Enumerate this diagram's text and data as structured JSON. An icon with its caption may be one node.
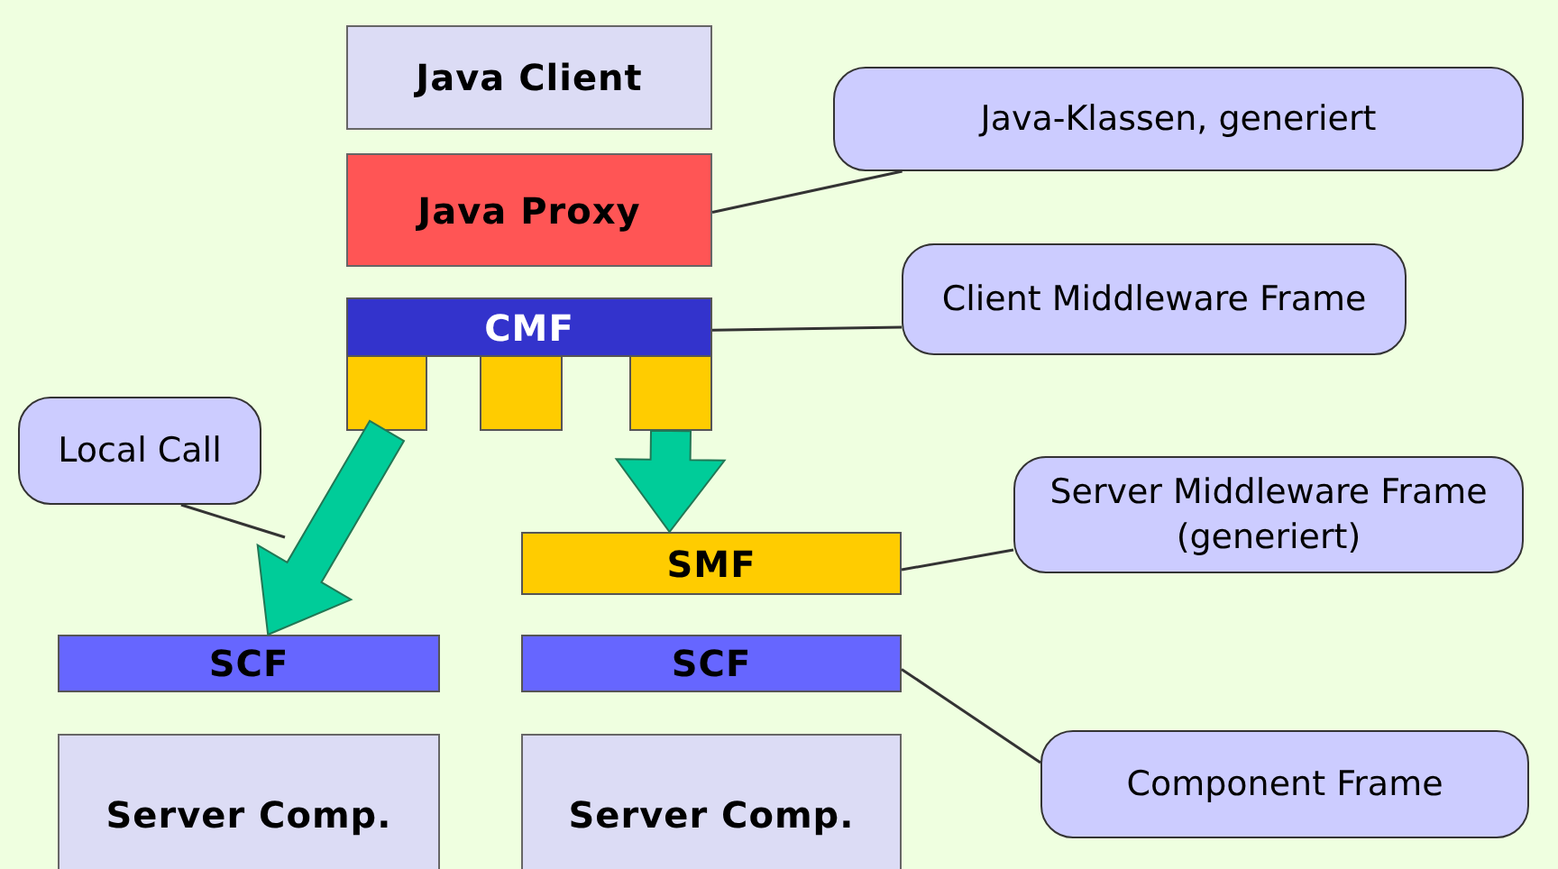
{
  "diagram": {
    "nodes": [
      {
        "text": [
          "Java Client"
        ]
      },
      {
        "text": [
          "Java Proxy"
        ]
      },
      {
        "text": [
          "CMF"
        ]
      },
      {
        "text": [],
        "shape": "box"
      },
      {
        "text": [],
        "shape": "box"
      },
      {
        "text": [],
        "shape": "box"
      },
      {
        "text": [
          "Java-Klassen, generiert"
        ]
      },
      {
        "text": [
          "Client Middleware Frame"
        ]
      },
      {
        "text": [
          "Local Call"
        ]
      },
      {
        "text": [
          "SMF"
        ]
      },
      {
        "text": [
          "Server Middleware Frame (generiert)"
        ]
      },
      {
        "text": [
          "SCF"
        ]
      },
      {
        "text": [
          "SCF"
        ]
      },
      {
        "text": [
          "Component Frame"
        ]
      },
      {
        "text": [
          "Server Comp."
        ]
      },
      {
        "text": [
          "Server Comp."
        ]
      }
    ],
    "edges": [
      {
        "from": 3,
        "to": 11,
        "arrow": "to",
        "style": "thick",
        "color": "#00cc99"
      },
      {
        "from": 5,
        "to": 9,
        "arrow": "to",
        "style": "thick",
        "color": "#00cc99"
      },
      {
        "from": 6,
        "to": 1,
        "arrow": "none"
      },
      {
        "from": 7,
        "to": 2,
        "arrow": "none"
      },
      {
        "from": 8,
        "to": null,
        "arrow": "none"
      },
      {
        "from": 10,
        "to": 9,
        "arrow": "none"
      },
      {
        "from": 13,
        "to": 12,
        "arrow": "none"
      }
    ]
  }
}
